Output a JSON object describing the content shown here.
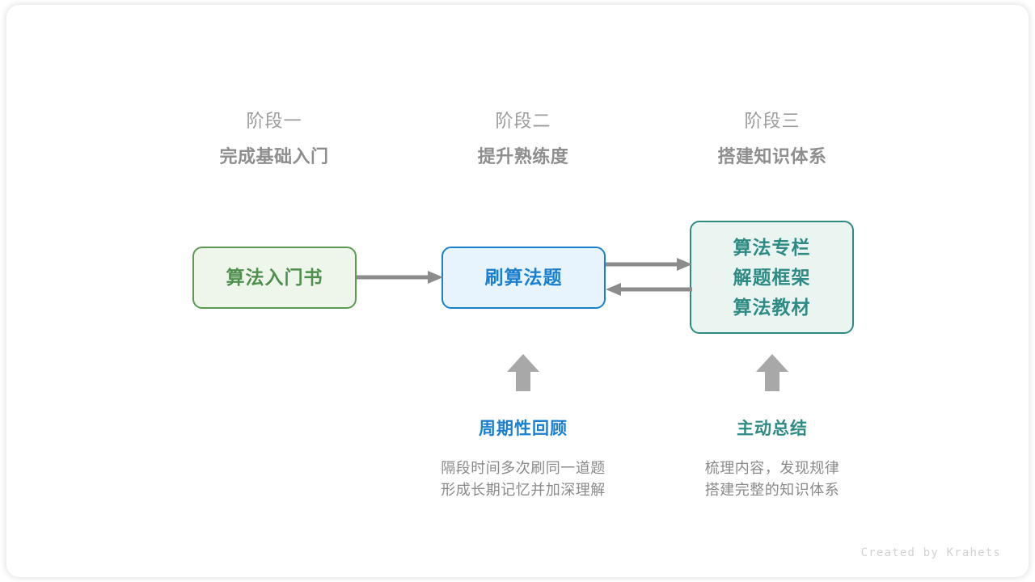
{
  "canvas": {
    "background": "#ffffff",
    "watermark": "Created by Krahets"
  },
  "stages": [
    {
      "kicker": "阶段一",
      "title": "完成基础入门"
    },
    {
      "kicker": "阶段二",
      "title": "提升熟练度"
    },
    {
      "kicker": "阶段三",
      "title": "搭建知识体系"
    }
  ],
  "nodes": {
    "intro_book": {
      "lines": [
        "算法入门书"
      ],
      "border_color": "#5c9a53",
      "fill_color": "#eef6ec",
      "text_color": "#4f8f4d"
    },
    "practice": {
      "lines": [
        "刷算法题"
      ],
      "border_color": "#1a80cc",
      "fill_color": "#e8f4fd",
      "text_color": "#1a7fd0"
    },
    "resources": {
      "lines": [
        "算法专栏",
        "解题框架",
        "算法教材"
      ],
      "border_color": "#2e8b84",
      "fill_color": "#eaf5f2",
      "text_color": "#2e8b84"
    }
  },
  "arrows": {
    "color": "#8c8c8c",
    "book_to_practice": "right",
    "practice_to_resources": "right",
    "resources_to_practice": "left",
    "up_review": "up",
    "up_summary": "up"
  },
  "notes": [
    {
      "title": "周期性回顾",
      "title_color": "#1a7fd0",
      "desc_line1": "隔段时间多次刷同一道题",
      "desc_line2": "形成长期记忆并加深理解"
    },
    {
      "title": "主动总结",
      "title_color": "#2e8b84",
      "desc_line1": "梳理内容，发现规律",
      "desc_line2": "搭建完整的知识体系"
    }
  ]
}
